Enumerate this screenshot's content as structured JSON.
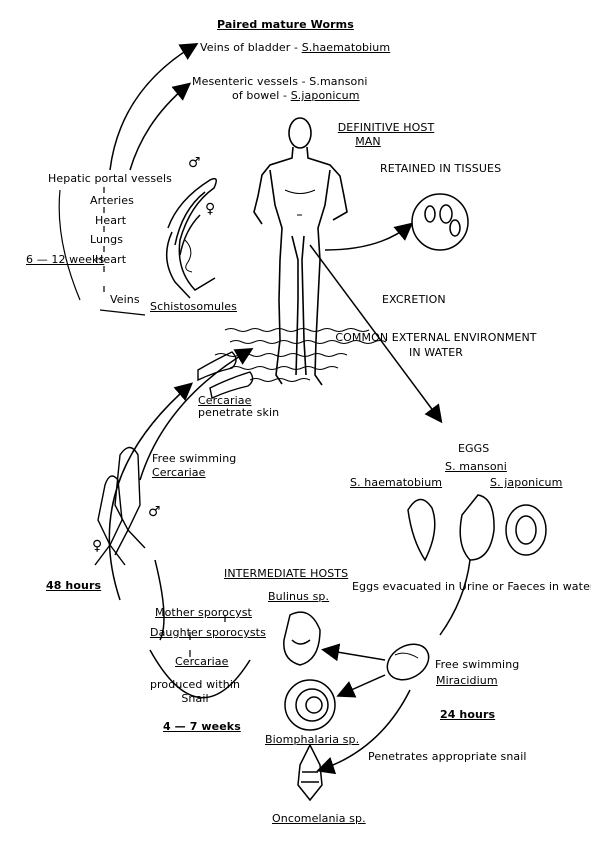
{
  "labels": {
    "paired_worms": "Paired mature Worms",
    "veins_bladder": "Veins of bladder - ",
    "s_haematobium_a": "S.haematobium",
    "mesenteric": "Mesenteric vessels - ",
    "s_mansoni_a": "S.mansoni",
    "of_bowel": "of bowel - ",
    "s_japonicum_a": "S.japonicum",
    "definitive_host": "DEFINITIVE HOST",
    "man": "MAN",
    "retained": "RETAINED IN TISSUES",
    "hepatic": "Hepatic portal vessels",
    "arteries": "Arteries",
    "heart1": "Heart",
    "lungs": "Lungs",
    "heart2": "Heart",
    "veins": "Veins",
    "weeks_6_12": "6 — 12 weeks",
    "schistosomules": "Schistosomules",
    "excretion": "EXCRETION",
    "env1": "COMMON EXTERNAL ENVIRONMENT",
    "env2": "IN WATER",
    "cercariae_pen": "Cercariae",
    "penetrate_skin": "penetrate skin",
    "free_swimming": "Free swimming",
    "cercariae_free": "Cercariae",
    "eggs": "EGGS",
    "s_mansoni_b": "S. mansoni",
    "s_haematobium_b": "S. haematobium",
    "s_japonicum_b": "S. japonicum",
    "hours_48": "48 hours",
    "intermediate_hosts": "INTERMEDIATE HOSTS",
    "eggs_evacuated": "Eggs evacuated in Urine or Faeces in water",
    "bulinus": "Bulinus sp.",
    "mother_sporocyst": "Mother sporocyst",
    "daughter_sporocysts": "Daughter sporocysts",
    "cercariae_snail": "Cercariae",
    "produced_within": "produced within",
    "snail": "Snail",
    "weeks_4_7": "4 — 7 weeks",
    "free_swimming2": "Free swimming",
    "miracidium": "Miracidium",
    "hours_24": "24 hours",
    "biomphalaria": "Biomphalaria sp.",
    "penetrates": "Penetrates appropriate snail",
    "oncomelania": "Oncomelania sp.",
    "male_symbol": "♂",
    "female_symbol": "♀"
  },
  "colors": {
    "ink": "#000000",
    "paper": "#ffffff"
  }
}
